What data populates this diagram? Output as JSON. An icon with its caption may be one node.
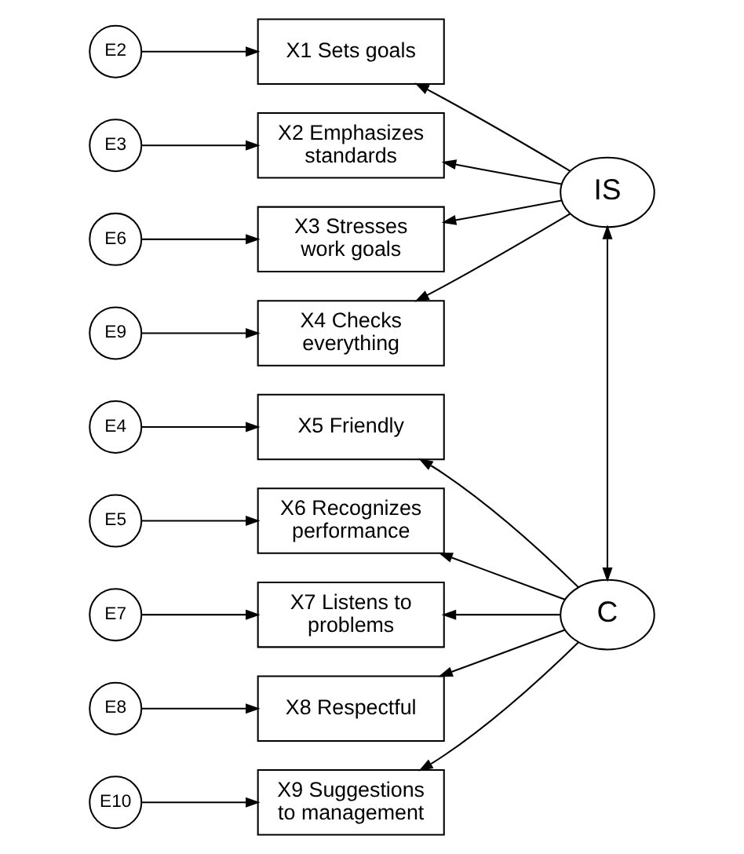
{
  "diagram": {
    "nodes": [
      {
        "text": [
          "E2"
        ]
      },
      {
        "text": [
          "X1 Sets goals"
        ]
      },
      {
        "text": [
          "E3"
        ]
      },
      {
        "text": [
          "X2 Emphasizes standards"
        ]
      },
      {
        "text": [
          "IS"
        ]
      },
      {
        "text": [
          "E6"
        ]
      },
      {
        "text": [
          "X3 Stresses work goals"
        ]
      },
      {
        "text": [
          "E9"
        ]
      },
      {
        "text": [
          "X4 Checks everything"
        ]
      },
      {
        "text": [
          "E4"
        ]
      },
      {
        "text": [
          "X5 Friendly"
        ]
      },
      {
        "text": [
          "E5"
        ]
      },
      {
        "text": [
          "X6 Recognizes performance"
        ]
      },
      {
        "text": [
          "E7"
        ]
      },
      {
        "text": [
          "X7 Listens to problems"
        ]
      },
      {
        "text": [
          "C"
        ]
      },
      {
        "text": [
          "E8"
        ]
      },
      {
        "text": [
          "X8 Respectful"
        ]
      },
      {
        "text": [
          "E10"
        ]
      },
      {
        "text": [
          "X9 Suggestions to management"
        ]
      }
    ],
    "edges": [
      {
        "from": 0,
        "to": 1,
        "arrow": "to"
      },
      {
        "from": 2,
        "to": 3,
        "arrow": "to"
      },
      {
        "from": 5,
        "to": 6,
        "arrow": "to"
      },
      {
        "from": 7,
        "to": 8,
        "arrow": "to"
      },
      {
        "from": 9,
        "to": 10,
        "arrow": "to"
      },
      {
        "from": 11,
        "to": 12,
        "arrow": "to"
      },
      {
        "from": 13,
        "to": 14,
        "arrow": "to"
      },
      {
        "from": 16,
        "to": 17,
        "arrow": "to"
      },
      {
        "from": 18,
        "to": 19,
        "arrow": "to"
      },
      {
        "from": 4,
        "to": 1,
        "arrow": "to"
      },
      {
        "from": 4,
        "to": 3,
        "arrow": "to"
      },
      {
        "from": 4,
        "to": 6,
        "arrow": "to"
      },
      {
        "from": 4,
        "to": 8,
        "arrow": "to"
      },
      {
        "from": 15,
        "to": 10,
        "arrow": "to"
      },
      {
        "from": 15,
        "to": 12,
        "arrow": "to"
      },
      {
        "from": 15,
        "to": 14,
        "arrow": "to"
      },
      {
        "from": 15,
        "to": 17,
        "arrow": "to"
      },
      {
        "from": 15,
        "to": 19,
        "arrow": "to"
      },
      {
        "from": 4,
        "to": 15,
        "arrow": "both"
      }
    ]
  }
}
